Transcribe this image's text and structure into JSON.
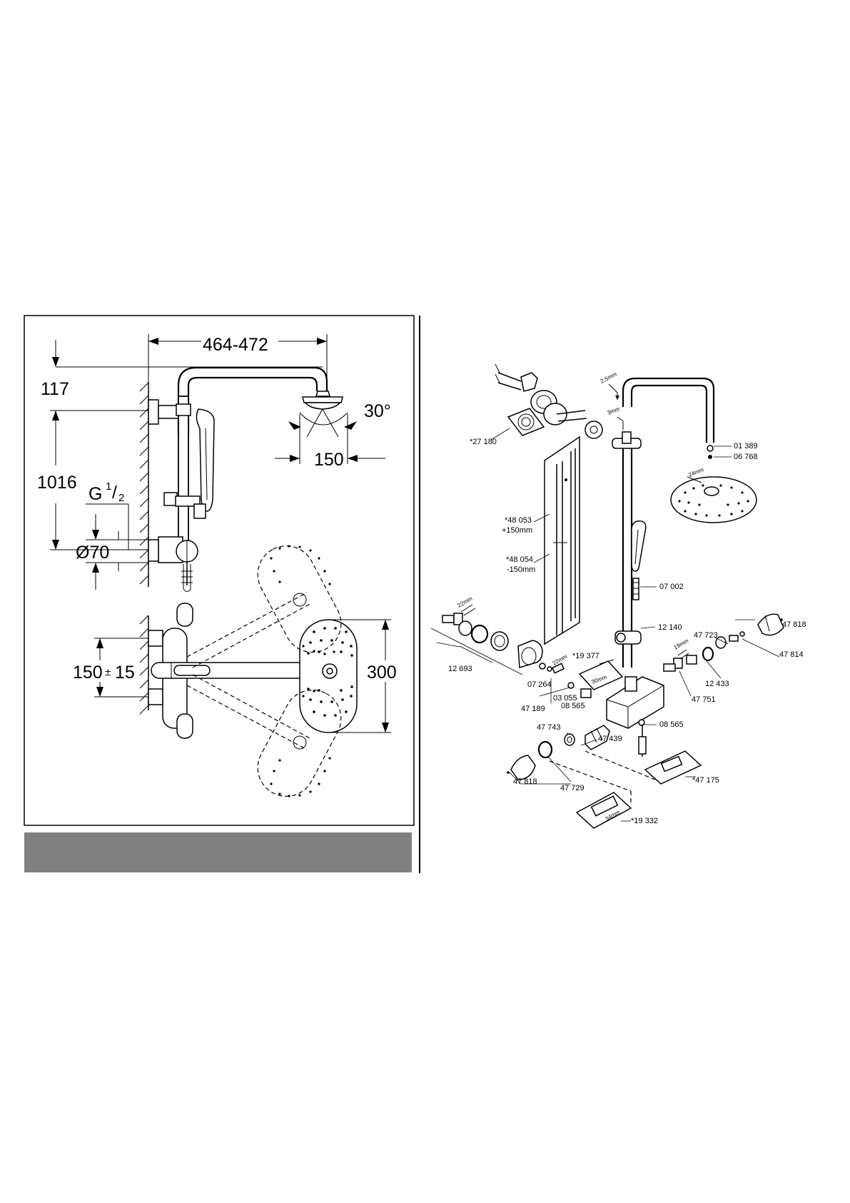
{
  "left_panel": {
    "dimensions": {
      "width_range": "464-472",
      "head_drop": "117",
      "rail_height": "1016",
      "thread_base": "G",
      "thread_num": "1",
      "thread_den": "2",
      "flange_dia": "Ø70",
      "tilt_angle": "30°",
      "head_dia": "150",
      "centers": "150",
      "centers_pm": "±",
      "centers_tol": "15",
      "plate_height": "300"
    },
    "footer_bar_color": "#808080"
  },
  "right_panel": {
    "tool_sizes": {
      "hex_top": "2,5mm",
      "hex_slider": "3mm",
      "head_nut": "24mm",
      "inlet_nut": "22mm",
      "union_nut": "22mm",
      "cartridge_nut": "19mm",
      "wrench_small": "30mm",
      "wrench_cart": "34mm"
    },
    "parts": {
      "p27180": "*27 180",
      "p48053": "*48 053",
      "p48053b": "+150mm",
      "p48054": "*48 054",
      "p48054b": "-150mm",
      "p01389": "01 389",
      "p06768": "06 768",
      "p07002": "07 002",
      "p12140": "12 140",
      "p12693": "12 693",
      "p07264": "07 264",
      "p19377": "*19 377",
      "p03055": "03 055",
      "p47189": "47 189",
      "p08565a": "08 565",
      "p47723": "47 723",
      "p47818a": "47 818",
      "p47814": "47 814",
      "p12433": "12 433",
      "p47751": "47 751",
      "p08565b": "08 565",
      "p47743": "47 743",
      "p47439": "47 439",
      "p47818b": "47 818",
      "p47729": "47 729",
      "p47175": "*47 175",
      "p19332": "*19 332"
    }
  }
}
